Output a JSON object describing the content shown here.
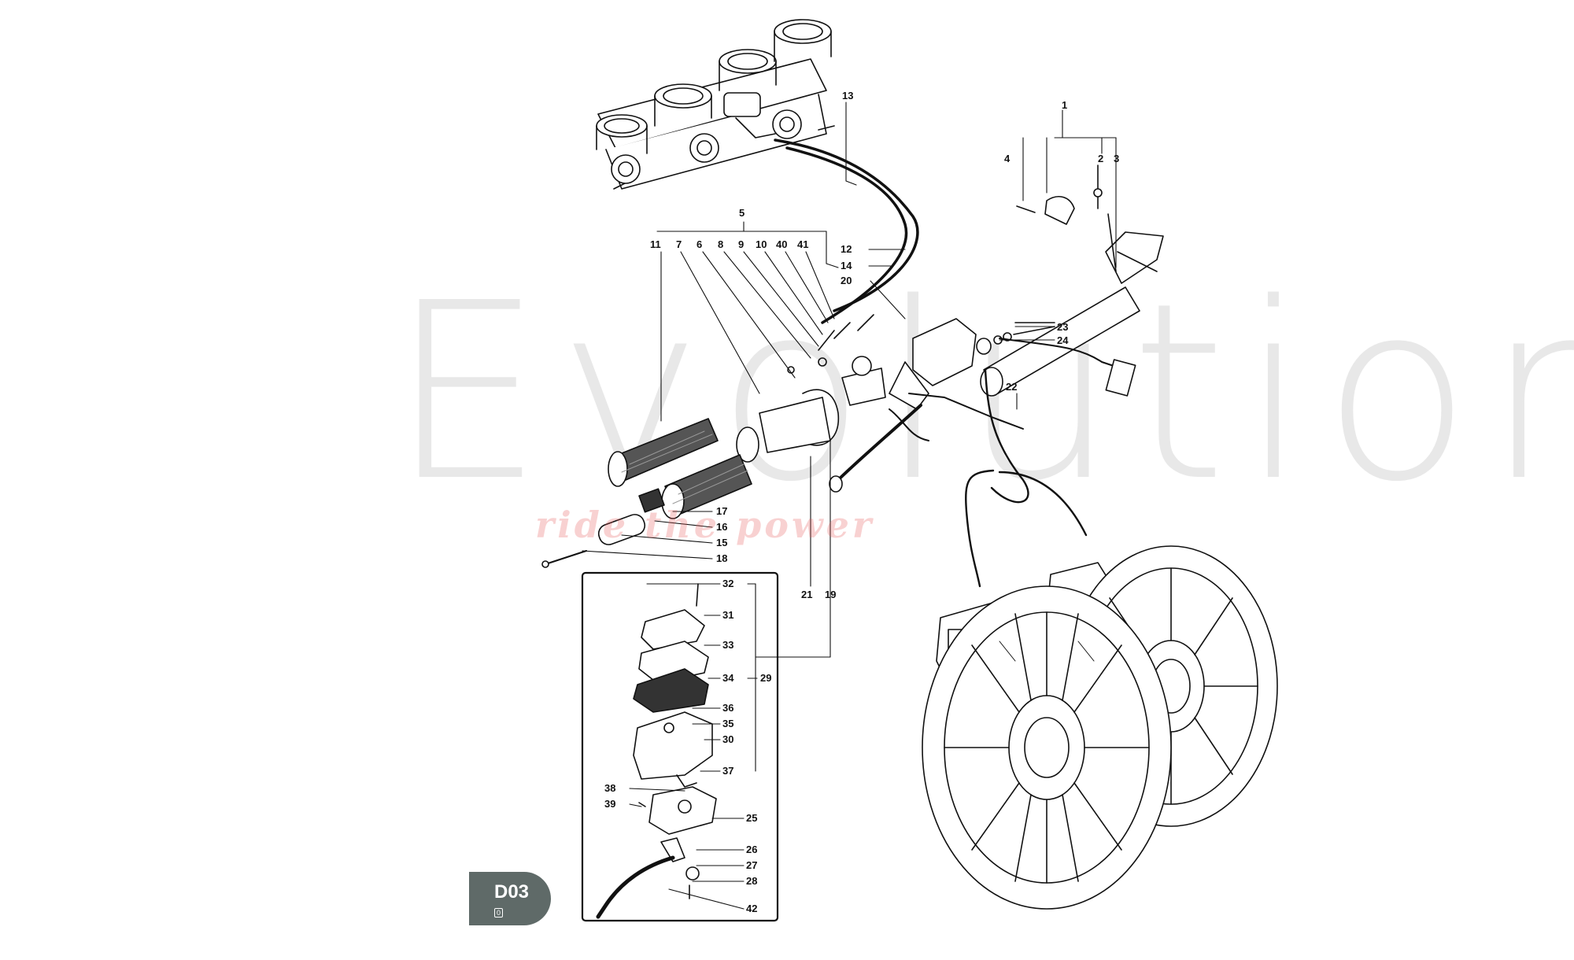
{
  "watermark": {
    "brand": "EvolutionBike",
    "tagline": "ride the power"
  },
  "page_badge": {
    "code": "D03",
    "revision": "0"
  },
  "callouts": {
    "c1": "1",
    "c2": "2",
    "c3": "3",
    "c4": "4",
    "c5": "5",
    "c6": "6",
    "c7": "7",
    "c8": "8",
    "c9": "9",
    "c10": "10",
    "c11": "11",
    "c12": "12",
    "c13": "13",
    "c14": "14",
    "c15": "15",
    "c16": "16",
    "c17": "17",
    "c18": "18",
    "c19": "19",
    "c20": "20",
    "c21": "21",
    "c22": "22",
    "c23": "23",
    "c24": "24",
    "c25": "25",
    "c26": "26",
    "c27": "27",
    "c28": "28",
    "c29": "29",
    "c30": "30",
    "c31": "31",
    "c32": "32",
    "c33": "33",
    "c34": "34",
    "c35": "35",
    "c36": "36",
    "c37": "37",
    "c38": "38",
    "c39": "39",
    "c40": "40",
    "c41": "41",
    "c42": "42"
  },
  "colors": {
    "ink": "#111111",
    "badge": "#5f6a68",
    "watermark": "#969696",
    "tagline": "#e65a5a"
  }
}
